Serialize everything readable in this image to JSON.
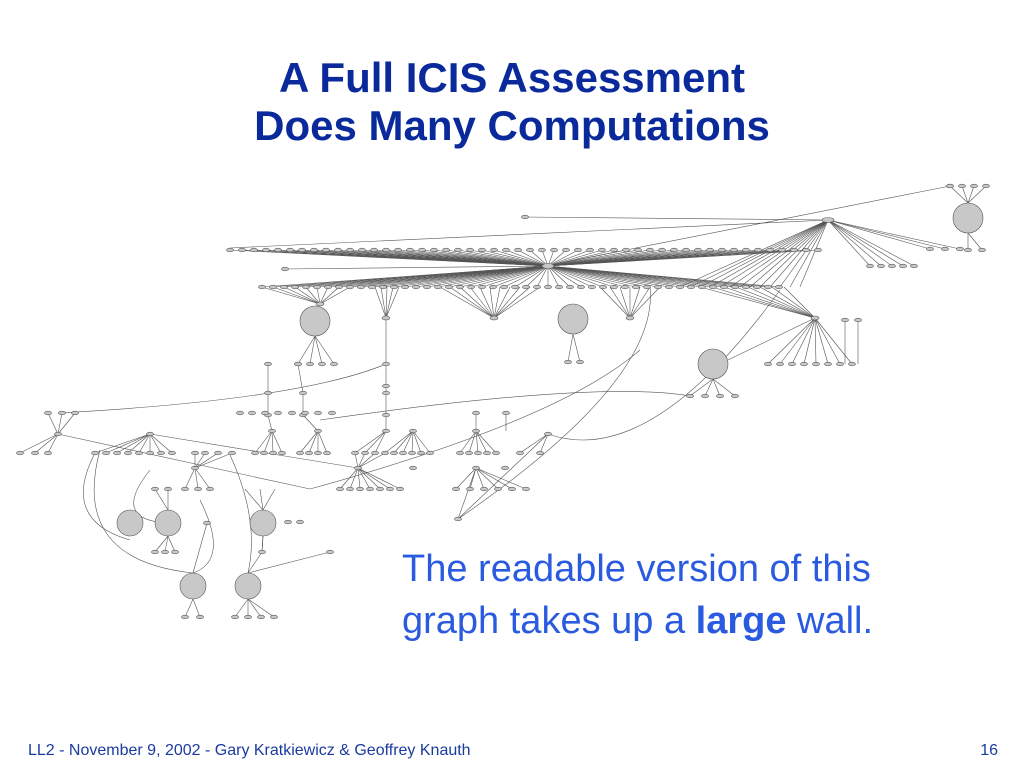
{
  "slide": {
    "title_line1": "A Full ICIS Assessment",
    "title_line2": "Does Many Computations",
    "caption_line1": "The readable version of this",
    "caption_line2_pre": "graph takes up a ",
    "caption_line2_bold": "large",
    "caption_line2_post": " wall.",
    "footer_left": "LL2 - November 9, 2002 - Gary Kratkiewicz & Geoffrey Knauth",
    "footer_right": "16"
  },
  "colors": {
    "title": "#0a2a9c",
    "caption": "#2a5ae0",
    "footer": "#1a3aa0",
    "node_fill": "#c8c8c8",
    "edge": "#555555"
  }
}
